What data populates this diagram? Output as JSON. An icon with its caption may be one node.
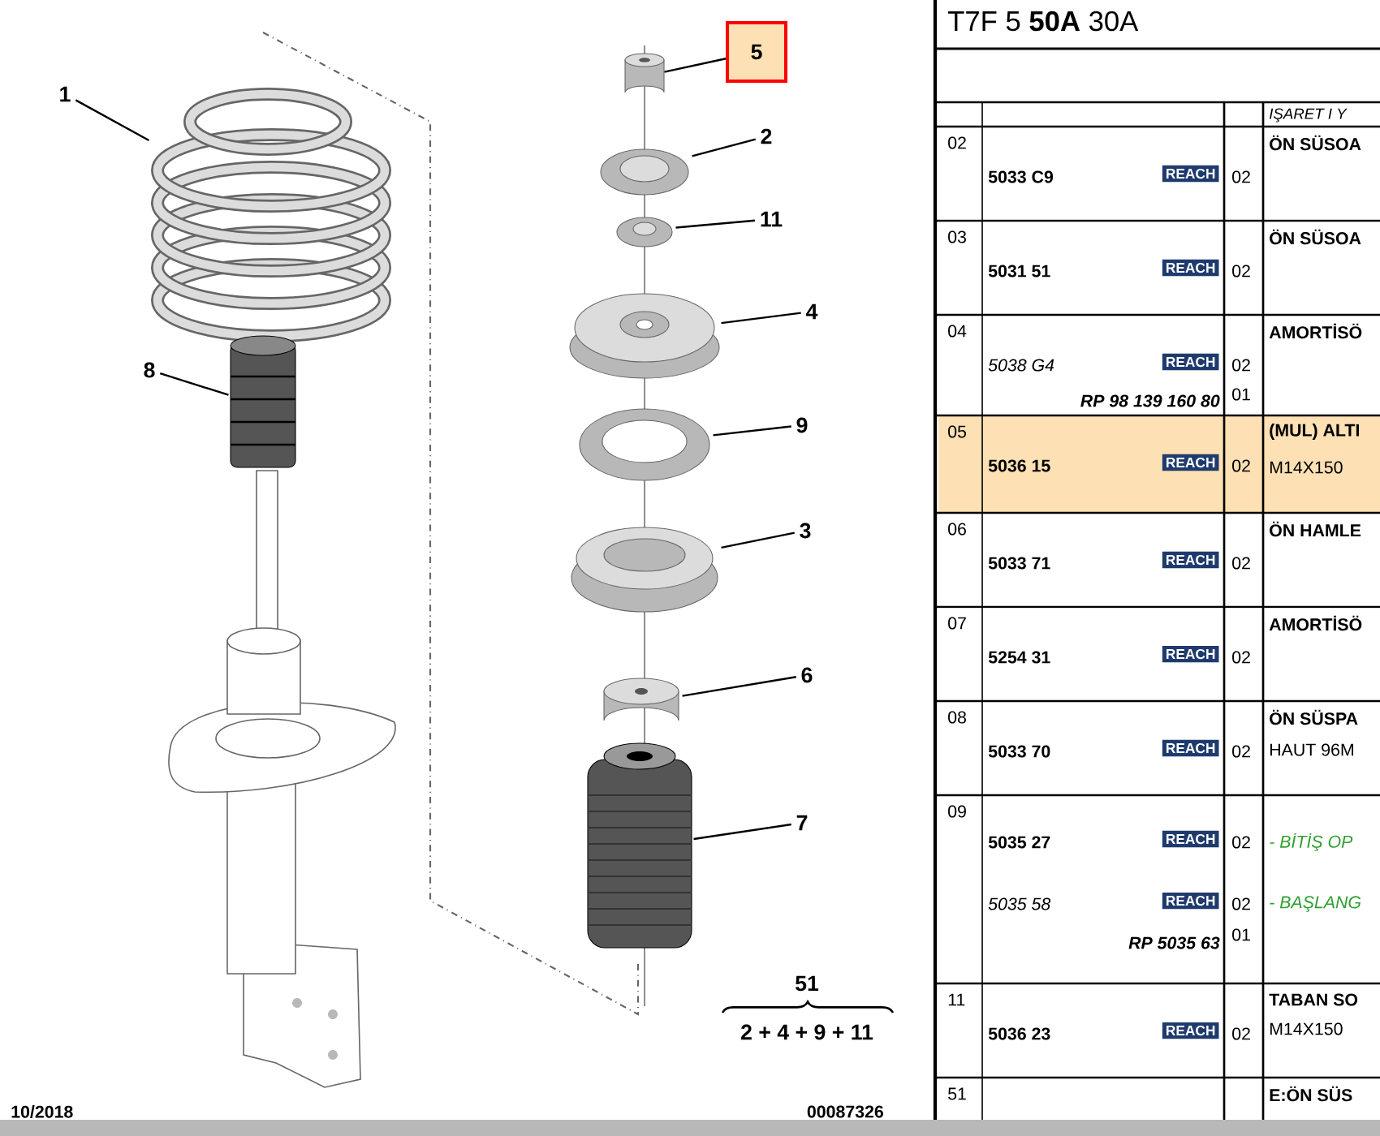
{
  "diagram": {
    "nodes": [
      {
        "text": [
          "1"
        ]
      },
      {
        "text": [],
        "shape": "picture"
      },
      {
        "text": [
          "5"
        ]
      },
      {
        "text": [],
        "shape": "cylinder"
      },
      {
        "text": [
          "2"
        ]
      },
      {
        "text": [],
        "shape": "picture"
      },
      {
        "text": [
          "11"
        ]
      },
      {
        "text": [],
        "shape": "picture"
      },
      {
        "text": [
          "4"
        ]
      },
      {
        "text": [],
        "shape": "picture"
      },
      {
        "text": [
          "8"
        ]
      },
      {
        "text": [],
        "shape": "picture"
      },
      {
        "text": [
          "9"
        ]
      },
      {
        "text": [],
        "shape": "picture"
      },
      {
        "text": [
          "3"
        ]
      },
      {
        "text": [],
        "shape": "picture"
      },
      {
        "text": [
          "6"
        ]
      },
      {
        "text": [],
        "shape": "picture"
      },
      {
        "text": [
          "7"
        ]
      },
      {
        "text": [],
        "shape": "picture"
      }
    ],
    "edges": [
      {
        "from": 0,
        "to": 1,
        "arrow": "none"
      },
      {
        "from": 2,
        "to": 3,
        "arrow": "none"
      },
      {
        "from": 4,
        "to": 5,
        "arrow": "none"
      },
      {
        "from": 6,
        "to": 7,
        "arrow": "none"
      },
      {
        "from": 8,
        "to": 9,
        "arrow": "none"
      },
      {
        "from": 10,
        "to": 11,
        "arrow": "none"
      },
      {
        "from": 12,
        "to": 13,
        "arrow": "none"
      },
      {
        "from": 14,
        "to": 15,
        "arrow": "none"
      },
      {
        "from": 16,
        "to": 17,
        "arrow": "none"
      },
      {
        "from": 18,
        "to": 19,
        "arrow": "none"
      }
    ],
    "labels": [
      "T7F 5 **50A** 30A",
      "IŞARET I Y",
      "02",
      "5033 C9",
      "REACH",
      "02",
      "ÖN SÜSOA",
      "03",
      "5031 51",
      "REACH",
      "02",
      "ÖN SÜSOA",
      "04",
      "5038 G4",
      "REACH",
      "02",
      "AMORTİSÖ",
      "RP 98 139 160 80",
      "01",
      "05",
      "5036 15",
      "REACH",
      "02",
      "(MUL) ALTI",
      "M14X150",
      "06",
      "5033 71",
      "REACH",
      "02",
      "ÖN HAMLE",
      "07",
      "5254 31",
      "REACH",
      "02",
      "AMORTİSÖ",
      "08",
      "5033 70",
      "REACH",
      "02",
      "ÖN SÜSPA",
      "HAUT 96M",
      "09",
      "5035 27",
      "REACH",
      "02",
      "- BİTİŞ OP",
      "5035 58",
      "REACH",
      "02",
      "- BAŞLANG",
      "RP 5035 63",
      "01",
      "11",
      "5036 23",
      "REACH",
      "02",
      "TABAN SO",
      "M14X150",
      "51",
      "E:ÖN SÜS",
      "10/2018",
      "00087326",
      "51",
      "2 + 4 + 9 + 11"
    ]
  }
}
